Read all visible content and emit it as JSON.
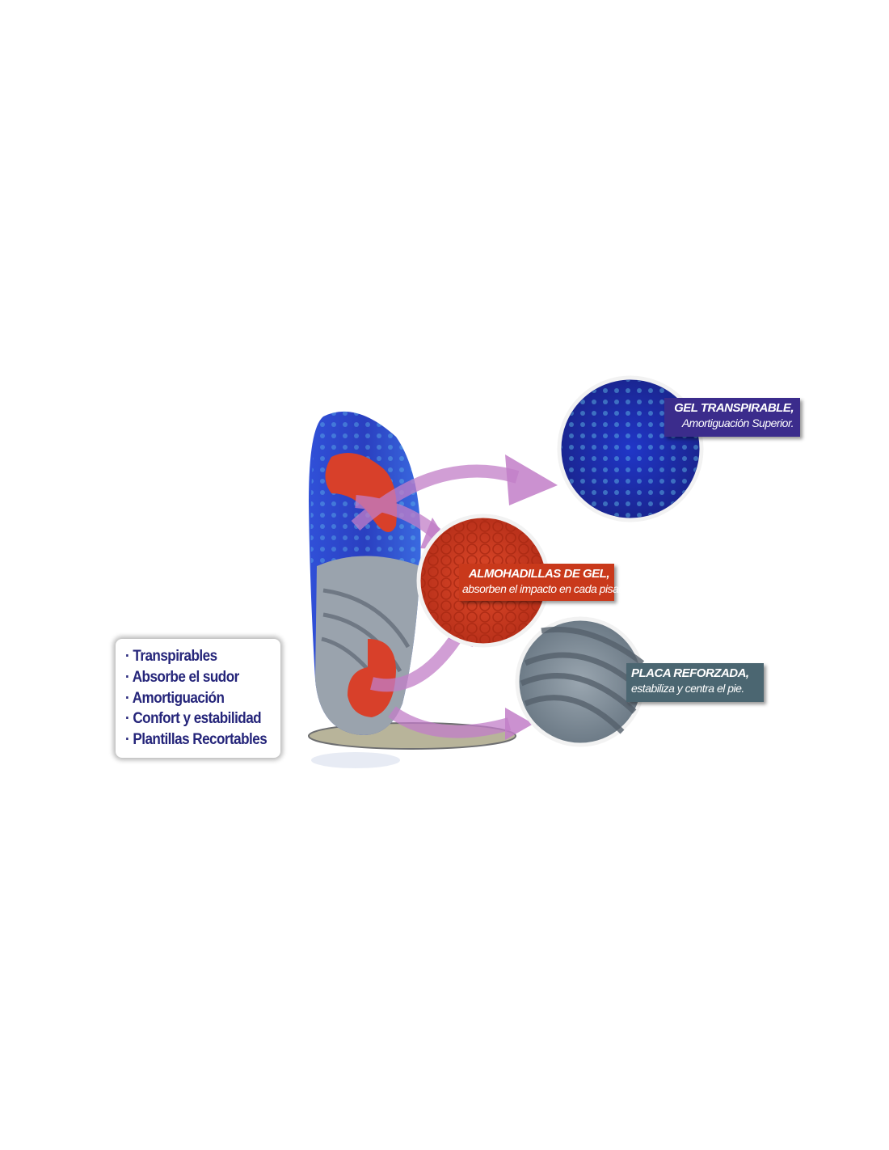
{
  "features": [
    "· Transpirables",
    "· Absorbe el sudor",
    "· Amortiguación",
    "· Confort y estabilidad",
    "· Plantillas Recortables"
  ],
  "callouts": [
    {
      "title": "GEL TRANSPIRABLE,",
      "subtitle": "Amortiguación Superior.",
      "color": "#3b2c8c"
    },
    {
      "title": "ALMOHADILLAS DE GEL,",
      "subtitle": "absorben el impacto en cada pisada.",
      "color": "#c9391b"
    },
    {
      "title": "PLACA REFORZADA,",
      "subtitle": "estabiliza y centra el pie.",
      "color": "#4b6671"
    }
  ],
  "colors": {
    "arrow": "#c27ec8",
    "gel_blue": "#2a45c8",
    "pad_red": "#d8402a",
    "plate_gray": "#9aa3ad"
  }
}
